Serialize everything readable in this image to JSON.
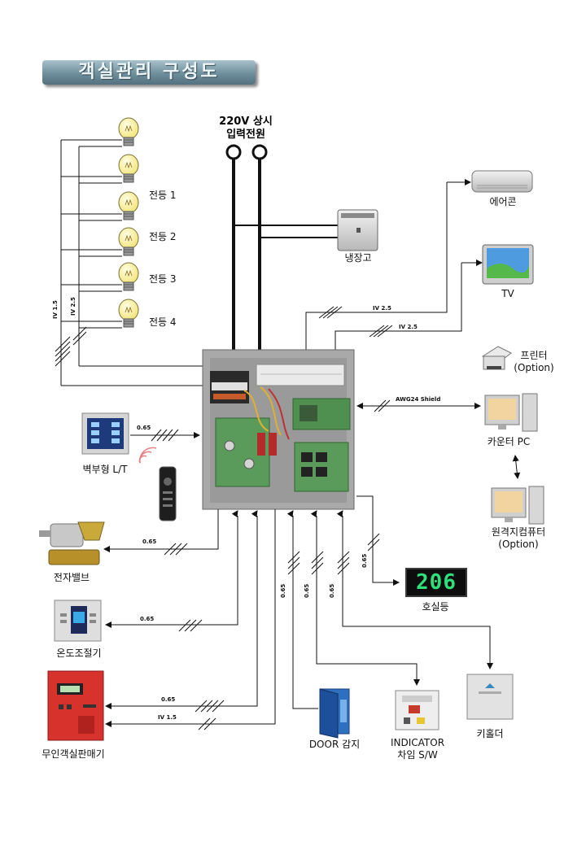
{
  "title": "객실관리 구성도",
  "power": {
    "line1": "220V 상시",
    "line2": "입력전원"
  },
  "lamps": [
    "전등 1",
    "전등 2",
    "전등 3",
    "전등 4"
  ],
  "devices": {
    "aircon": "에어콘",
    "fridge": "냉장고",
    "tv": "TV",
    "printer_name": "프린터",
    "printer_opt": "(Option)",
    "counter_pc": "카운터 PC",
    "remote_pc_name": "원격지컴퓨터",
    "remote_pc_opt": "(Option)",
    "room_light": "호실등",
    "room_number": "206",
    "wall_lt": "벽부형 L/T",
    "valve": "전자밸브",
    "thermostat": "온도조절기",
    "vending": "무인객실판매기",
    "door": "DOOR 감지",
    "indicator_1": "INDICATOR",
    "indicator_2": "차임 S/W",
    "key_holder": "키홀더"
  },
  "wires": {
    "iv15": "IV 1.5",
    "iv25": "IV 2.5",
    "iv25_ac": "IV 2.5",
    "iv25_tv": "IV 2.5",
    "awg": "AWG24 Shield",
    "w065_lt": "0.65",
    "w065_valve": "0.65",
    "w065_thermo": "0.65",
    "w065_vend": "0.65",
    "iv15_vend": "IV 1.5",
    "w065_door": "0.65",
    "w065_ind": "0.65",
    "w065_key": "0.65",
    "w065_room": "0.65"
  },
  "colors": {
    "title_bg": "#6f8f9d",
    "board": "#a9a9a9",
    "vending": "#d8322c",
    "room_digits": "#2ee07a"
  }
}
